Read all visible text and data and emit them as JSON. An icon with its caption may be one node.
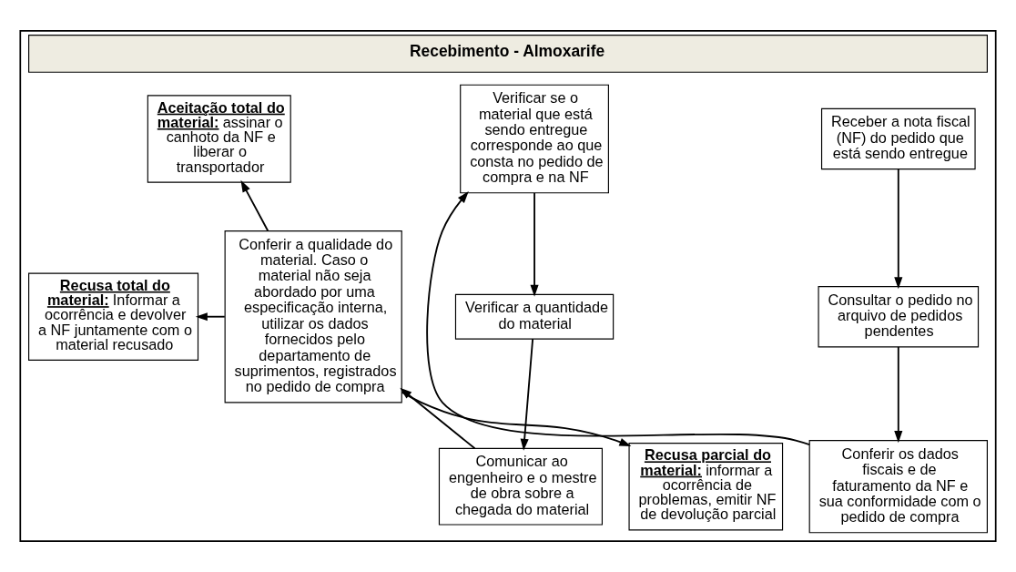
{
  "diagram": {
    "nodes": [
      {
        "text": [
          "Recebimento - Almoxarife"
        ]
      },
      {
        "text": [
          "Receber a nota fiscal (NF) do pedido que está sendo entregue"
        ],
        "in": 0
      },
      {
        "text": [
          "Consultar o pedido no arquivo de pedidos pendentes"
        ],
        "in": 0
      },
      {
        "text": [
          "Conferir os dados fiscais e de faturamento da NF e sua conformidade com o pedido de compra"
        ],
        "in": 0
      },
      {
        "text": [
          "Verificar se o material que está sendo entregue corresponde ao que consta no pedido de compra e na NF"
        ],
        "in": 0
      },
      {
        "text": [
          "Verificar a quantidade do material"
        ],
        "in": 0
      },
      {
        "text": [
          "Comunicar ao engenheiro e o mestre de obra sobre a chegada do material"
        ],
        "in": 0
      },
      {
        "text": [
          "Conferir a qualidade do material. Caso o material não seja abordado por uma especificação interna, utilizar os dados fornecidos pelo departamento de suprimentos, registrados no pedido de compra"
        ],
        "in": 0
      },
      {
        "text": [
          "**Aceitação total do material:** assinar o canhoto da NF e liberar o transportador"
        ],
        "in": 0
      },
      {
        "text": [
          "**Recusa total do material:** Informar a ocorrência e devolver a NF juntamente com o material recusado"
        ],
        "in": 0
      },
      {
        "text": [
          "**Recusa parcial do material:** informar a ocorrência de problemas, emitir NF de devolução parcial"
        ],
        "in": 0
      }
    ],
    "edges": [
      {
        "from": 1,
        "to": 2,
        "arrow": "to"
      },
      {
        "from": 2,
        "to": 3,
        "arrow": "to"
      },
      {
        "from": 3,
        "to": 4,
        "arrow": "to"
      },
      {
        "from": 4,
        "to": 5,
        "arrow": "to"
      },
      {
        "from": 5,
        "to": 6,
        "arrow": "to"
      },
      {
        "from": 6,
        "to": 7,
        "arrow": "to"
      },
      {
        "from": 7,
        "to": 8,
        "arrow": "to"
      },
      {
        "from": 7,
        "to": 9,
        "arrow": "to"
      },
      {
        "from": 7,
        "to": 10,
        "arrow": "to"
      }
    ]
  }
}
